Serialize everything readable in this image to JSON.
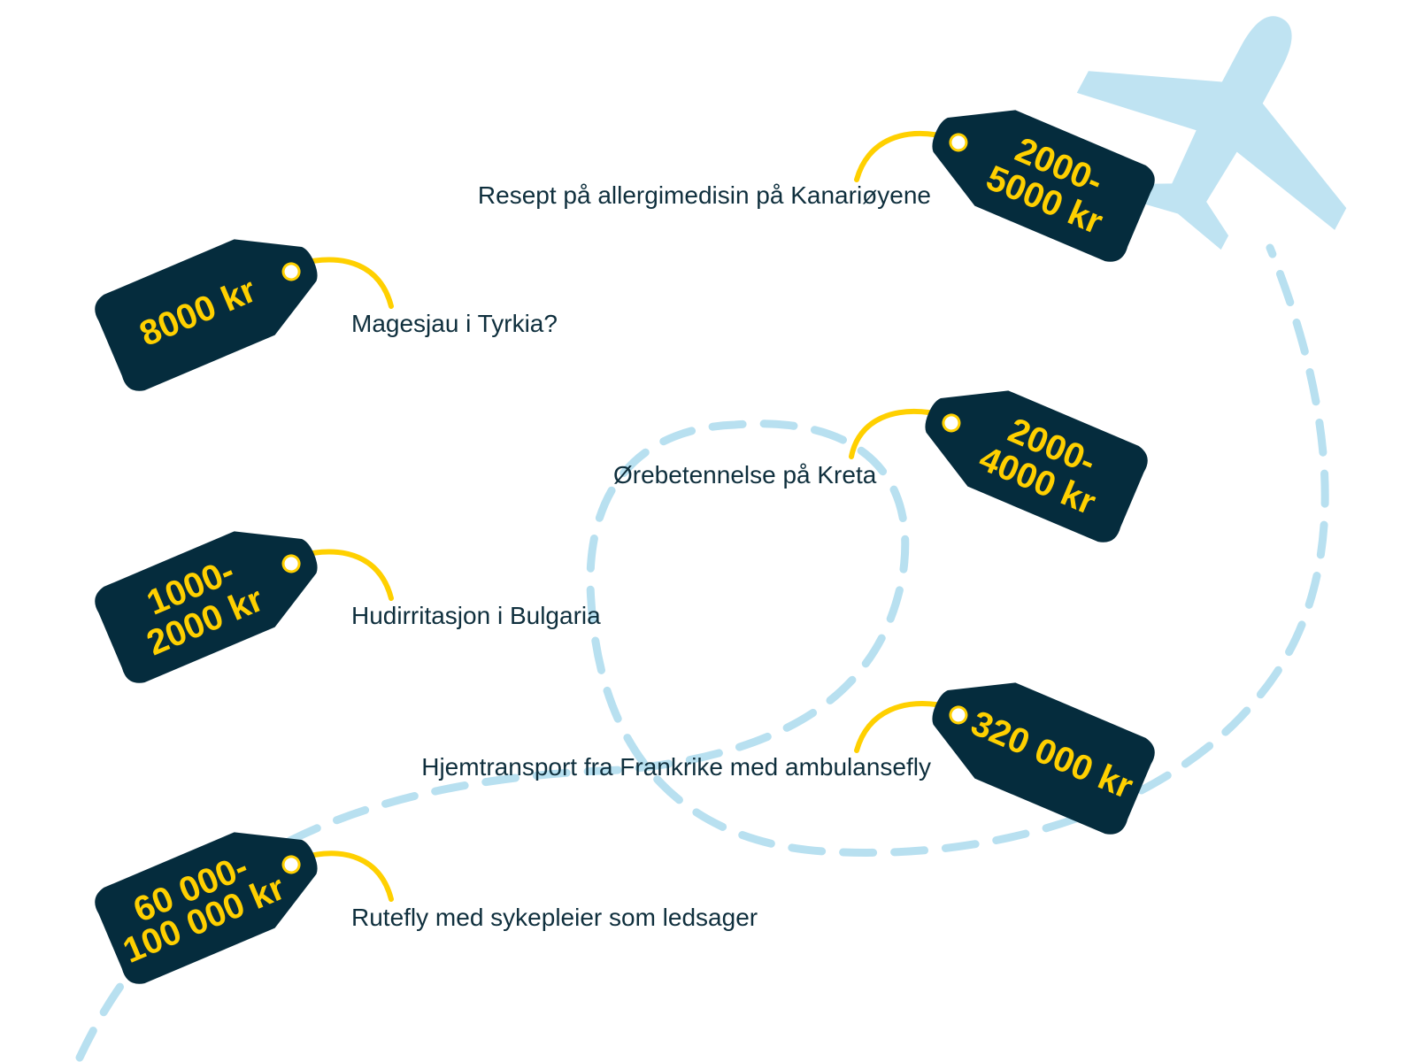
{
  "colors": {
    "tag_fill": "#052c3d",
    "tag_text": "#ffd000",
    "string": "#ffd000",
    "caption_text": "#0f2f3d",
    "flight_path": "#b8e0f0",
    "airplane": "#bfe3f2",
    "background": "#ffffff"
  },
  "icons": [
    "airplane-icon",
    "price-tag-icon"
  ],
  "items": [
    {
      "id": "allergy",
      "price_lines": [
        "2000-",
        "5000 kr"
      ],
      "caption": "Resept på allergimedisin på Kanariøyene"
    },
    {
      "id": "stomach",
      "price_lines": [
        "8000 kr"
      ],
      "caption": "Magesjau i Tyrkia?"
    },
    {
      "id": "ear",
      "price_lines": [
        "2000-",
        "4000 kr"
      ],
      "caption": "Ørebetennelse på Kreta"
    },
    {
      "id": "skin",
      "price_lines": [
        "1000-",
        "2000 kr"
      ],
      "caption": "Hudirritasjon i Bulgaria"
    },
    {
      "id": "ambulance",
      "price_lines": [
        "320 000 kr"
      ],
      "caption": "Hjemtransport fra Frankrike med ambulansefly"
    },
    {
      "id": "nurse",
      "price_lines": [
        "60 000-",
        "100 000 kr"
      ],
      "caption": "Rutefly med sykepleier som ledsager"
    }
  ]
}
